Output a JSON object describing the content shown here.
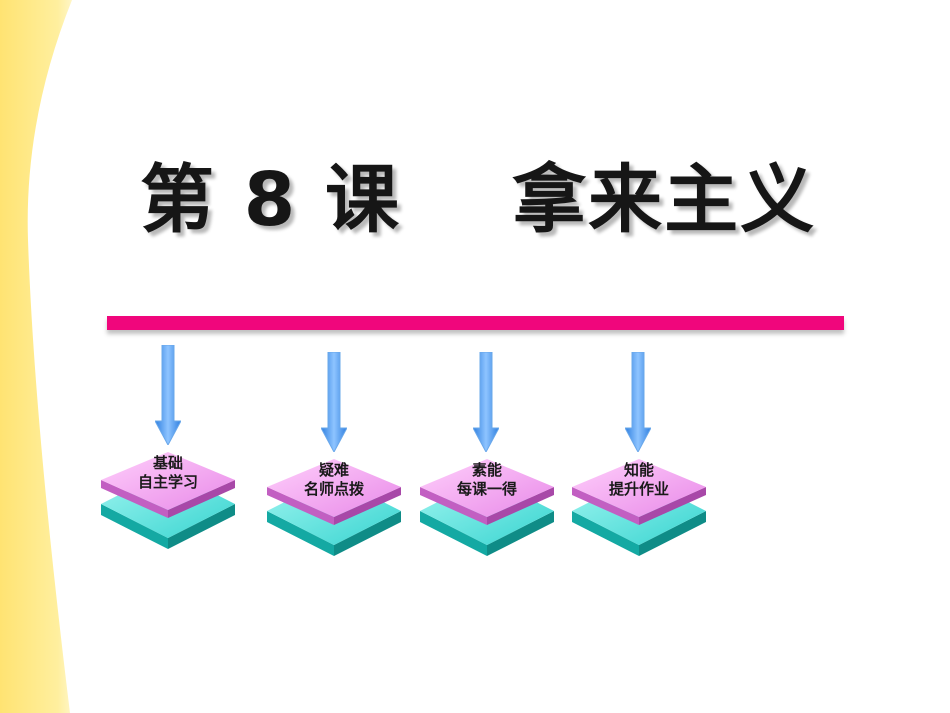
{
  "slide": {
    "title": "第 8 课    拿来主义",
    "accent_color": "#f0067c",
    "band_color": "#ffe77a"
  },
  "menu": [
    {
      "line1": "基础",
      "line2": "自主学习"
    },
    {
      "line1": "疑难",
      "line2": "名师点拨"
    },
    {
      "line1": "素能",
      "line2": "每课一得"
    },
    {
      "line1": "知能",
      "line2": "提升作业"
    }
  ]
}
